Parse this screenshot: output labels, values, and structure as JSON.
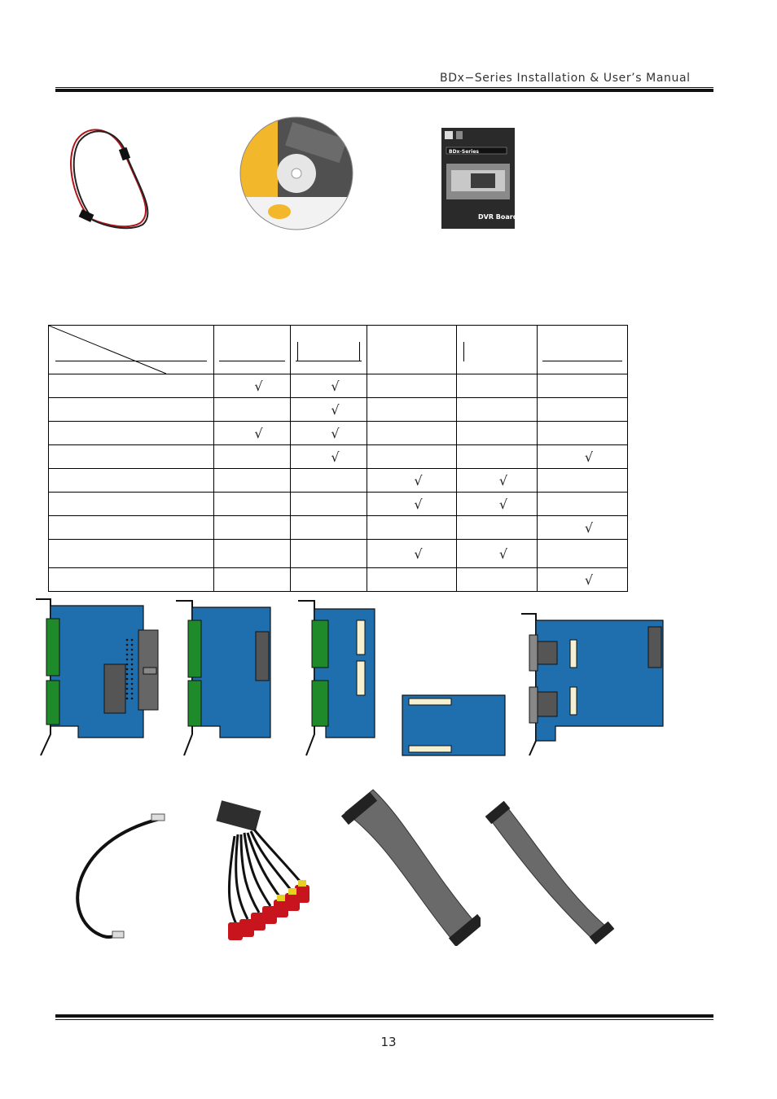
{
  "header": {
    "title": "BDx−Series Installation & User’s Manual"
  },
  "footer": {
    "page_number": "13"
  },
  "images_row1": [
    {
      "name": "power-cable-image",
      "icon": "two-wire-cable"
    },
    {
      "name": "cd-rom-image",
      "icon": "software-cd"
    },
    {
      "name": "manual-booklet-image",
      "icon": "dvr-board-manual",
      "cover_text": "DVR Board",
      "series_text": "BDx-Series"
    }
  ],
  "comparison_table": {
    "columns": 5,
    "rows": [
      [
        "√",
        "√",
        "",
        "",
        ""
      ],
      [
        "",
        "√",
        "",
        "",
        ""
      ],
      [
        "√",
        "√",
        "",
        "",
        ""
      ],
      [
        "",
        "√",
        "",
        "",
        "√"
      ],
      [
        "",
        "",
        "√",
        "√",
        ""
      ],
      [
        "",
        "",
        "√",
        "√",
        ""
      ],
      [
        "",
        "",
        "",
        "",
        "√"
      ],
      [
        "",
        "",
        "√",
        "√",
        ""
      ],
      [
        "",
        "",
        "",
        "",
        "√"
      ]
    ]
  },
  "colors": {
    "board_blue": "#1f6fae",
    "connector_green": "#1e8a2a",
    "rule": "#111111"
  }
}
